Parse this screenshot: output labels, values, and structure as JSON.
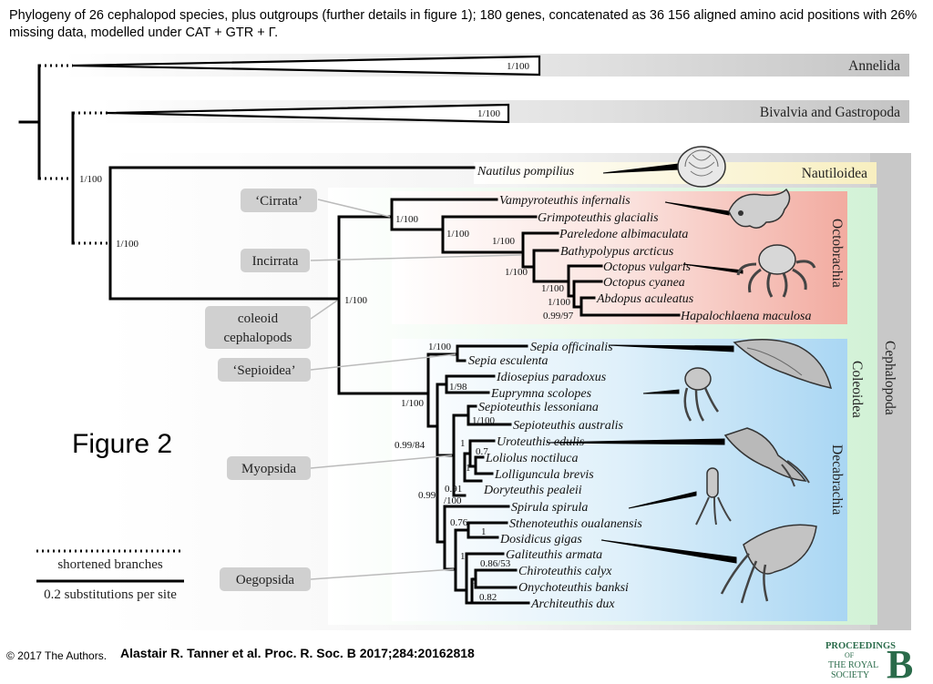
{
  "caption": "Phylogeny of 26 cephalopod species, plus outgroups (further details in figure 1); 180 genes, concatenated as 36 156 aligned amino acid positions with 26% missing data, modelled under CAT + GTR + Γ.",
  "figure_label": "Figure 2",
  "copyright": "© 2017 The Authors.",
  "citation": "Alastair R. Tanner et al. Proc. R. Soc. B 2017;284:20162818",
  "logo": {
    "line1": "PROCEEDINGS",
    "line2": "OF",
    "line3": "THE ROYAL",
    "line4": "SOCIETY",
    "letter": "B"
  },
  "legend": {
    "dotted": "shortened branches",
    "scale": "0.2 substitutions per site"
  },
  "clades": {
    "annelida": "Annelida",
    "bivalvia": "Bivalvia and Gastropoda",
    "nautiloidea": "Nautiloidea",
    "octobrachia": "Octobrachia",
    "decabrachia": "Decabrachia",
    "coleoidea": "Coleoidea",
    "cephalopoda": "Cephalopoda"
  },
  "boxes": {
    "cirrata": "‘Cirrata’",
    "incirrata": "Incirrata",
    "coleoid1": "coleoid",
    "coleoid2": "cephalopods",
    "sepioidea": "‘Sepioidea’",
    "myopsida": "Myopsida",
    "oegopsida": "Oegopsida"
  },
  "species": [
    "Nautilus pompilius",
    "Vampyroteuthis infernalis",
    "Grimpoteuthis glacialis",
    "Pareledone albimaculata",
    "Bathypolypus arcticus",
    "Octopus vulgaris",
    "Octopus cyanea",
    "Abdopus aculeatus",
    "Hapalochlaena maculosa",
    "Sepia officinalis",
    "Sepia esculenta",
    "Idiosepius paradoxus",
    "Euprymna scolopes",
    "Sepioteuthis lessoniana",
    "Sepioteuthis australis",
    "Uroteuthis edulis",
    "Loliolus noctiluca",
    "Lolliguncula brevis",
    "Doryteuthis pealeii",
    "Spirula spirula",
    "Sthenoteuthis oualanensis",
    "Dosidicus gigas",
    "Galiteuthis armata",
    "Chiroteuthis calyx",
    "Onychoteuthis banksi",
    "Architeuthis dux"
  ],
  "support": {
    "annelida": "1/100",
    "bivalvia": "1/100",
    "ceph_root": "1/100",
    "molluscs": "1/100",
    "coleoid": "1/100",
    "octopod": "1/100",
    "incirrata": "1/100",
    "pareledone": "1/100",
    "bathy": "1/100",
    "oct1": "1/100",
    "oct2": "1/100",
    "oct3": "0.99/97",
    "decab": "1/100",
    "sepia": "1/100",
    "idio": "1/98",
    "myo_oeg": "0.99/84",
    "sepioteuthis": "1/100",
    "loligo": "1",
    "uro": "0.7",
    "loli2": "1",
    "myo": "0.91",
    "spirula_a": "0.99",
    "spirula_b": "/100",
    "oeg1": "0.76",
    "steno": "1",
    "oeg2": "1",
    "gali": "0.86/53",
    "chiro": "1",
    "archi": "0.82"
  }
}
